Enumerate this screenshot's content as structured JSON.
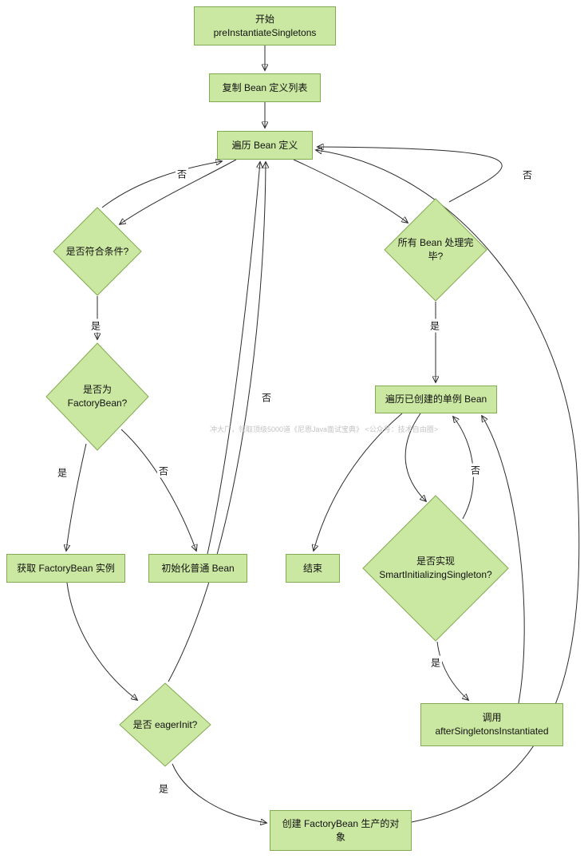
{
  "diagram": {
    "type": "flowchart",
    "topic": "Spring preInstantiateSingletons 流程",
    "colors": {
      "node_fill": "#cbe8a2",
      "node_border": "#82aa50",
      "edge": "#2b2b2b",
      "background": "#ffffff",
      "watermark": "#c3c3c3"
    }
  },
  "nodes": {
    "start": {
      "label": "开始\npreInstantiateSingletons"
    },
    "copy_bean_defs": {
      "label": "复制 Bean 定义列表"
    },
    "iterate_bean_defs": {
      "label": "遍历 Bean 定义"
    },
    "matches_condition": {
      "label": "是否符合条件?"
    },
    "all_beans_processed": {
      "label": "所有 Bean 处理完毕?"
    },
    "is_factorybean": {
      "label": "是否为 FactoryBean?"
    },
    "iterate_singletons": {
      "label": "遍历已创建的单例 Bean"
    },
    "get_factorybean_instance": {
      "label": "获取 FactoryBean 实例"
    },
    "init_normal_bean": {
      "label": "初始化普通 Bean"
    },
    "end": {
      "label": "结束"
    },
    "smart_initializing": {
      "label": "是否实现\nSmartInitializingSingleton?"
    },
    "eager_init": {
      "label": "是否 eagerInit?"
    },
    "call_after_singletons": {
      "label": "调用\nafterSingletonsInstantiated"
    },
    "create_factorybean_object": {
      "label": "创建 FactoryBean 生产的对\n象"
    }
  },
  "edge_labels": {
    "condition_no": {
      "text": "否"
    },
    "all_processed_no": {
      "text": "否"
    },
    "condition_yes": {
      "text": "是"
    },
    "all_processed_yes": {
      "text": "是"
    },
    "factorybean_yes": {
      "text": "是"
    },
    "factorybean_no": {
      "text": "否"
    },
    "eagerinit_no": {
      "text": "否"
    },
    "smart_no": {
      "text": "否"
    },
    "smart_yes": {
      "text": "是"
    },
    "eagerinit_yes": {
      "text": "是"
    }
  },
  "watermark": {
    "text": "冲大厂，领取顶级5000道《尼恩Java面试宝典》 <公众号：技术自由圈>"
  }
}
